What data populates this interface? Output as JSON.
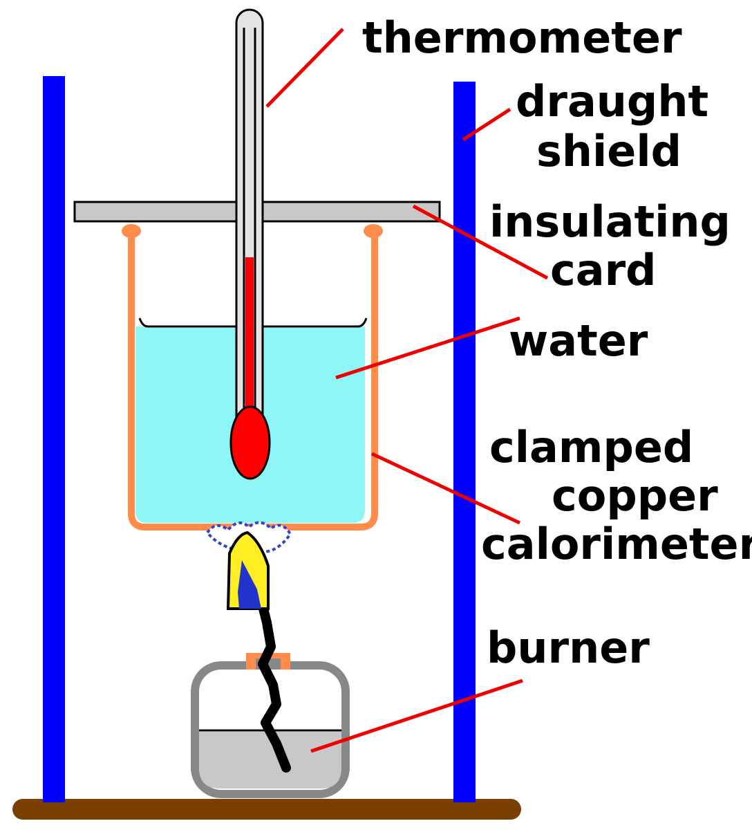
{
  "labels": {
    "thermometer": "thermometer",
    "draught_shield_1": "draught",
    "draught_shield_2": "shield",
    "insulating_card_1": "insulating",
    "insulating_card_2": "card",
    "water": "water",
    "calorimeter_1": "clamped",
    "calorimeter_2": "copper",
    "calorimeter_3": "calorimeter",
    "burner": "burner"
  },
  "colors": {
    "shield": "#0000ff",
    "copper": "#ff8c4a",
    "water": "#8ef6f6",
    "thermometer_fluid": "#ff0000",
    "leader_lines": "#ee0000",
    "card": "#c8c8c8",
    "base": "#7a4000",
    "flame": "#ffee22",
    "burner_fuel": "#c8c8c8"
  }
}
